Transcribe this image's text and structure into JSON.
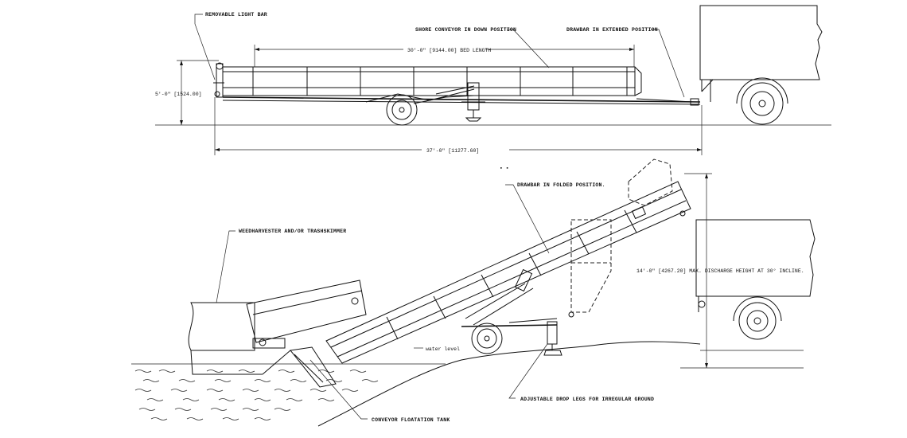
{
  "labels": {
    "removable_light_bar": "REMOVABLE LIGHT BAR",
    "shore_conveyor_down": "SHORE CONVEYOR IN DOWN POSITION",
    "drawbar_extended": "DRAWBAR IN EXTENDED POSITION",
    "bed_length": "30'-0\" [9144.00] BED LENGTH",
    "height_dim": "5'-0\" [1524.00]",
    "overall_length": "37'-0\" [11277.60]",
    "drawbar_folded": "DRAWBAR IN FOLDED POSITION.",
    "weedharvester": "WEEDHARVESTER AND/OR TRASHSKIMMER",
    "discharge_height": "14'-0\" [4267.20] MAX. DISCHARGE HEIGHT AT 30° INCLINE.",
    "water_level": "water level",
    "drop_legs": "ADJUSTABLE DROP LEGS FOR IRREGULAR GROUND",
    "floatation_tank": "CONVEYOR FLOATATION TANK"
  }
}
